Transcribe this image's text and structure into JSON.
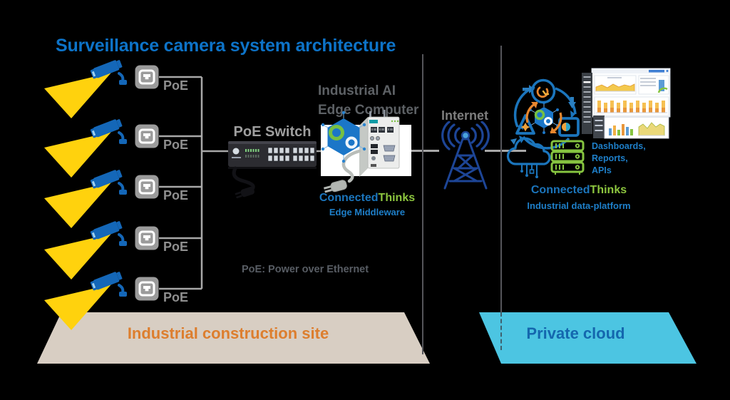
{
  "title": {
    "text": "Surveillance camera system architecture"
  },
  "site": {
    "poe_label": "PoE",
    "switch_label": "PoE Switch",
    "edge_computer": {
      "line1": "Industrial AI",
      "line2": "Edge Computer"
    },
    "edge_brand": {
      "blue": "Connected",
      "green": "Thinks",
      "subtitle": "Edge Middleware"
    },
    "note": "PoE: Power over Ethernet",
    "zone_label": "Industrial construction site",
    "camera_count": 5
  },
  "internet": {
    "label": "Internet"
  },
  "cloud": {
    "brand": {
      "blue": "Connected",
      "green": "Thinks",
      "subtitle": "Industrial data-platform"
    },
    "outputs": [
      "Dashboards,",
      "Reports,",
      "APIs"
    ],
    "zone_label": "Private cloud"
  },
  "icons": [
    "cctv-camera-icon",
    "poe-port-icon",
    "poe-switch-image",
    "edge-computer-image",
    "hexagon-logo-icon",
    "radio-tower-icon",
    "ai-cycle-icon",
    "cloud-circuit-icon",
    "server-stack-icon",
    "dashboard-screenshot"
  ],
  "colors": {
    "title_blue": "#0d73c8",
    "camera_blue": "#1467b8",
    "beam_yellow": "#ffd20d",
    "line_gray": "#a8a8a8",
    "brand_blue": "#1b75bc",
    "brand_green": "#8dc63f",
    "accent_orange": "#e8872e",
    "zone_left_fill": "#d8cec3",
    "zone_left_text": "#dd7e2e",
    "zone_right_fill": "#4cc5e2",
    "zone_right_text": "#1467ae"
  }
}
